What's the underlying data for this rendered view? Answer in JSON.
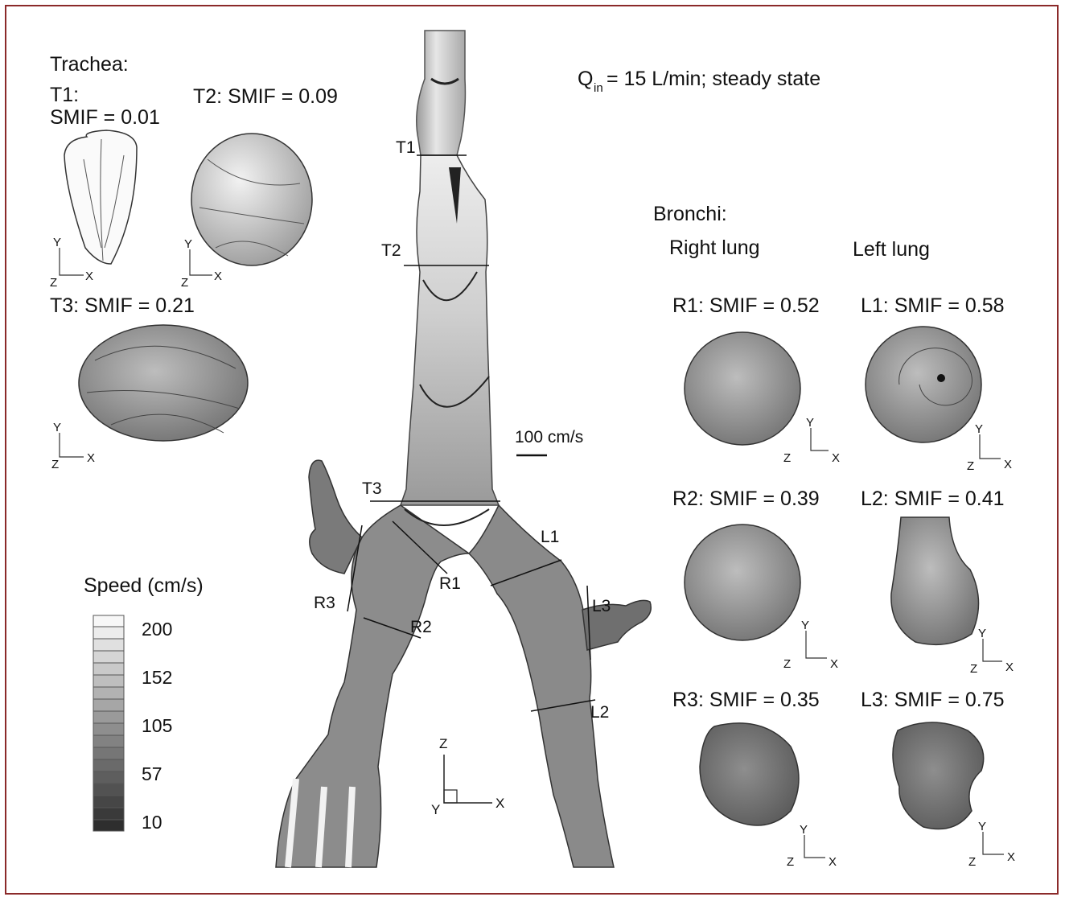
{
  "frame_color": "#8b2a2a",
  "trachea": {
    "heading": "Trachea:",
    "t1_label_a": "T1:",
    "t1_label_b": "SMIF = 0.01",
    "t2_label": "T2: SMIF = 0.09",
    "t3_label": "T3: SMIF = 0.21"
  },
  "flow": {
    "q_symbol": "Q",
    "q_subscript": "in",
    "q_rest": " = 15 L/min; steady state"
  },
  "bronchi": {
    "heading": "Bronchi:",
    "right_heading": "Right lung",
    "left_heading": "Left lung",
    "r1_label": "R1: SMIF = 0.52",
    "l1_label": "L1: SMIF = 0.58",
    "r2_label": "R2: SMIF = 0.39",
    "l2_label": "L2: SMIF = 0.41",
    "r3_label": "R3: SMIF = 0.35",
    "l3_label": "L3: SMIF = 0.75"
  },
  "vector_scale": {
    "label": "100 cm/s"
  },
  "section_markers": {
    "t1": "T1",
    "t2": "T2",
    "t3": "T3",
    "r1": "R1",
    "r2": "R2",
    "r3": "R3",
    "l1": "L1",
    "l2": "L2",
    "l3": "L3"
  },
  "axes": {
    "x": "X",
    "y": "Y",
    "z": "Z"
  },
  "legend": {
    "title": "Speed (cm/s)",
    "ticks": [
      "200",
      "152",
      "105",
      "57",
      "10"
    ]
  }
}
